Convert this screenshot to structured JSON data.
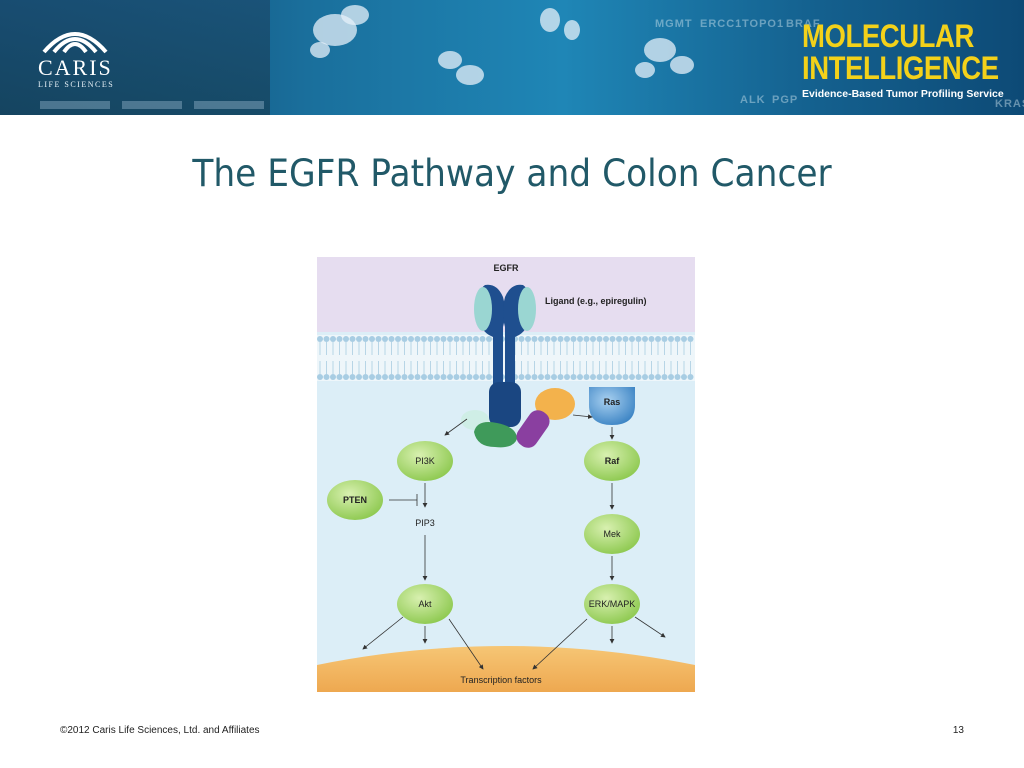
{
  "header": {
    "logo_name": "CARIS",
    "logo_sub": "LIFE SCIENCES",
    "brand_line1": "MOLECULAR",
    "brand_line2": "INTELLIGENCE",
    "brand_tagline": "Evidence-Based Tumor Profiling Service",
    "brand_color": "#f3d11a",
    "background_gene_words": [
      "ERCC1",
      "TOPO1",
      "BRAF",
      "ALK",
      "PGP",
      "KRAS",
      "MGMT"
    ]
  },
  "title": "The EGFR Pathway and Colon Cancer",
  "diagram": {
    "labels": {
      "egfr": "EGFR",
      "ligand": "Ligand (e.g., epiregulin)",
      "ras": "Ras",
      "pi3k": "PI3K",
      "raf": "Raf",
      "pten": "PTEN",
      "pip3": "PIP3",
      "mek": "Mek",
      "akt": "Akt",
      "erk": "ERK/MAPK",
      "transcription": "Transcription factors"
    },
    "colors": {
      "extracellular": "#e6ddf0",
      "cytoplasm": "#dceef7",
      "nucleus": "#f2b35a",
      "receptor": "#1f4f8f",
      "node_green": "#a8d86a",
      "ras_blue": "#4a90c8"
    }
  },
  "footer": {
    "copyright": "©2012 Caris Life Sciences, Ltd. and Affiliates",
    "page_number": "13"
  }
}
